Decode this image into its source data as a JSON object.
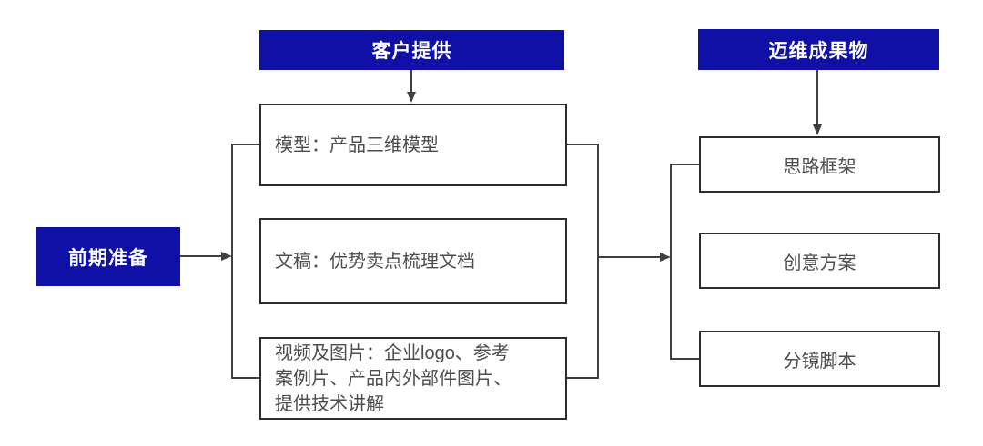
{
  "diagram": {
    "prep": {
      "label": "前期准备"
    },
    "client": {
      "header": "客户提供",
      "items": [
        "模型：产品三维模型",
        "文稿：优势卖点梳理文档",
        "视频及图片：企业logo、参考案例片、产品内外部件图片、提供技术讲解"
      ]
    },
    "deliverables": {
      "header": "迈维成果物",
      "items": [
        "思路框架",
        "创意方案",
        "分镜脚本"
      ]
    },
    "colors": {
      "accent_blue": "#0f10a6",
      "header_text": "#ffffff",
      "box_border": "#2d2d2d",
      "connector": "#3f3f3f",
      "body_text": "#4d4d4d",
      "background": "#ffffff"
    }
  }
}
